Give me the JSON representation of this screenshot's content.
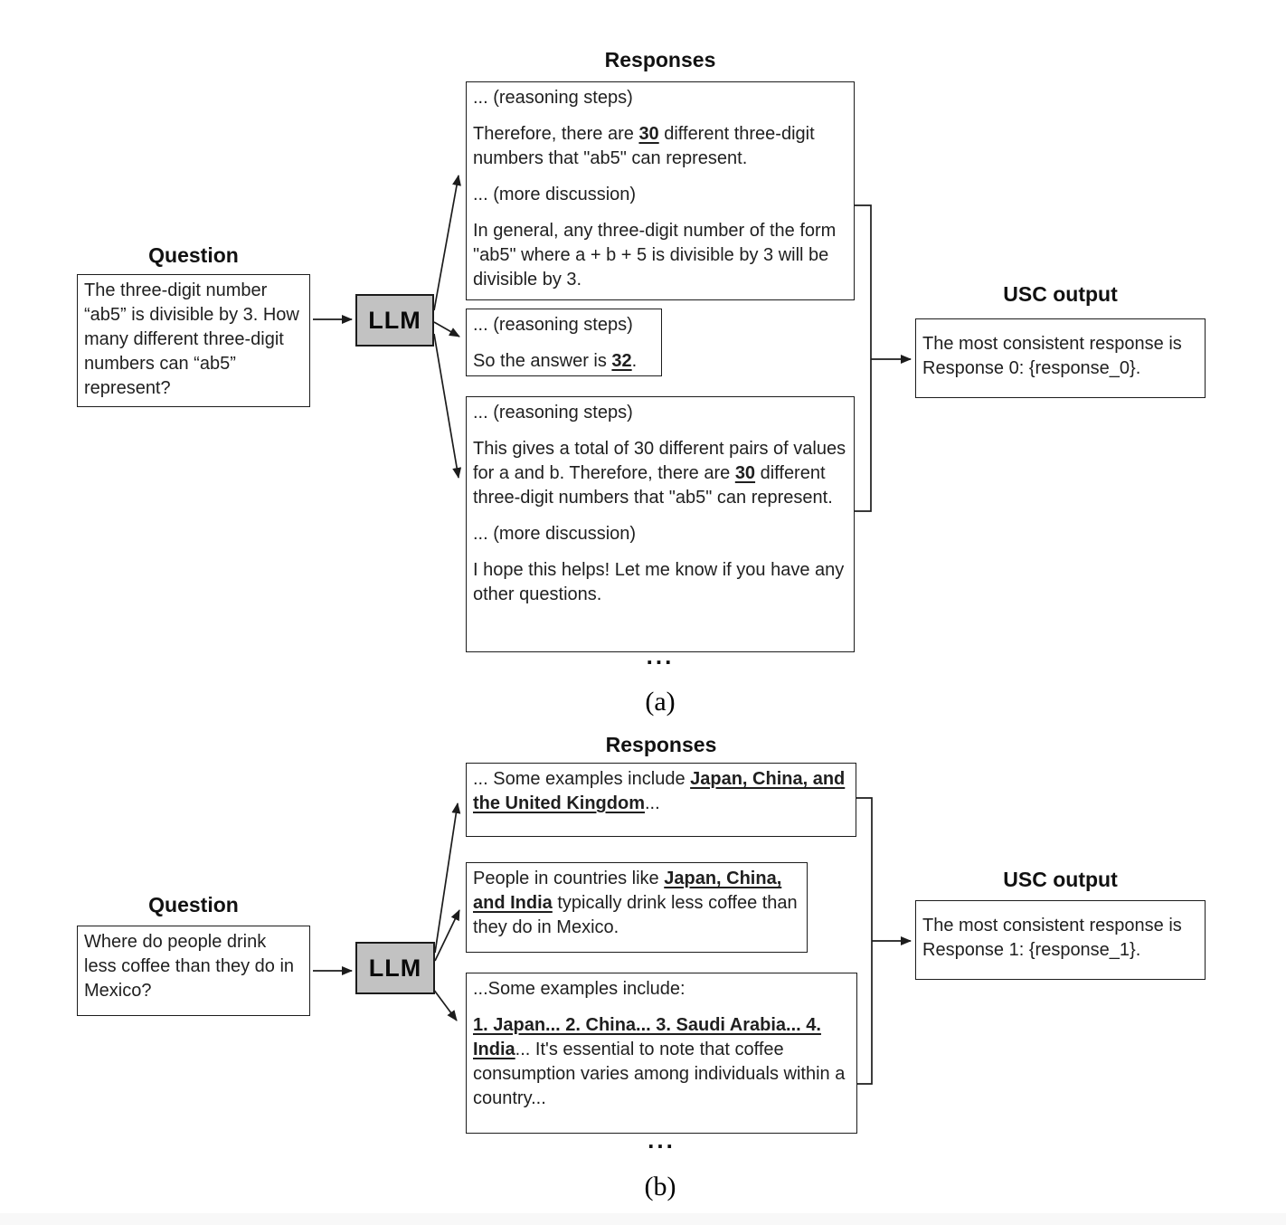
{
  "colors": {
    "background": "#ffffff",
    "box_border": "#1c1c1c",
    "llm_fill": "#c2c2c2",
    "text": "#1f1f1f",
    "footer_strip": "#f8f8f8"
  },
  "panel_a": {
    "caption": "(a)",
    "responses_title": "Responses",
    "question": {
      "title": "Question",
      "text": "The three-digit number “ab5” is divisible by 3. How many different three-digit numbers can “ab5” represent?"
    },
    "llm_label": "LLM",
    "responses": [
      {
        "paragraphs": [
          {
            "segments": [
              {
                "text": "... (reasoning steps)"
              }
            ]
          },
          {
            "segments": [
              {
                "text": "Therefore, there are "
              },
              {
                "text": "30",
                "strong": true
              },
              {
                "text": " different three-digit numbers that \"ab5\" can represent."
              }
            ]
          },
          {
            "segments": [
              {
                "text": "... (more discussion)"
              }
            ]
          },
          {
            "segments": [
              {
                "text": "In general, any three-digit number of the form \"ab5\" where a + b + 5 is divisible by 3 will be divisible by 3."
              }
            ]
          }
        ]
      },
      {
        "paragraphs": [
          {
            "segments": [
              {
                "text": "... (reasoning steps)"
              }
            ]
          },
          {
            "segments": [
              {
                "text": "So the answer is "
              },
              {
                "text": "32",
                "strong": true
              },
              {
                "text": "."
              }
            ]
          }
        ]
      },
      {
        "paragraphs": [
          {
            "segments": [
              {
                "text": "... (reasoning steps)"
              }
            ]
          },
          {
            "segments": [
              {
                "text": "This gives a total of 30 different pairs of values for a and b. Therefore, there are "
              },
              {
                "text": "30",
                "strong": true
              },
              {
                "text": " different three-digit numbers that \"ab5\" can represent."
              }
            ]
          },
          {
            "segments": [
              {
                "text": "... (more discussion)"
              }
            ]
          },
          {
            "segments": [
              {
                "text": "I hope this helps! Let me know if you have any other questions."
              }
            ]
          }
        ]
      }
    ],
    "ellipsis": "...",
    "usc": {
      "title": "USC output",
      "text": "The most consistent response is Response 0: {response_0}."
    }
  },
  "panel_b": {
    "caption": "(b)",
    "responses_title": "Responses",
    "question": {
      "title": "Question",
      "text": "Where do people drink less coffee than they do in Mexico?"
    },
    "llm_label": "LLM",
    "responses": [
      {
        "paragraphs": [
          {
            "segments": [
              {
                "text": "... Some examples include "
              },
              {
                "text": "Japan, China, and the United Kingdom",
                "strong": true
              },
              {
                "text": "..."
              }
            ]
          }
        ]
      },
      {
        "paragraphs": [
          {
            "segments": [
              {
                "text": "People in countries like "
              },
              {
                "text": "Japan, China, and India",
                "strong": true
              },
              {
                "text": " typically drink less coffee than they do in Mexico."
              }
            ]
          }
        ]
      },
      {
        "paragraphs": [
          {
            "segments": [
              {
                "text": "...Some examples include:"
              }
            ]
          },
          {
            "segments": [
              {
                "text": "1. Japan... 2. China... 3. Saudi Arabia... 4. India",
                "strong": true
              },
              {
                "text": "... It's essential to note that coffee consumption varies among individuals within a country..."
              }
            ]
          }
        ]
      }
    ],
    "ellipsis": "...",
    "usc": {
      "title": "USC output",
      "text": "The most consistent response is Response 1: {response_1}."
    }
  }
}
